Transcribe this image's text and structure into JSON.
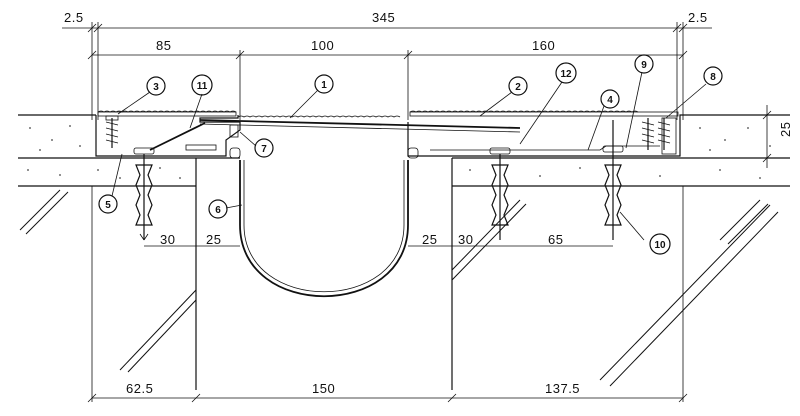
{
  "dimensions": {
    "top_left_offset": "2.5",
    "top_total": "345",
    "top_right_offset": "2.5",
    "seg_left": "85",
    "seg_mid": "100",
    "seg_right": "160",
    "height": "25",
    "anchor_left_a": "30",
    "anchor_left_b": "25",
    "anchor_right_a": "25",
    "anchor_right_b": "30",
    "anchor_right_c": "65",
    "bottom_left": "62.5",
    "bottom_mid": "150",
    "bottom_right": "137.5"
  },
  "callouts": [
    {
      "id": "c1",
      "label": "1"
    },
    {
      "id": "c2",
      "label": "2"
    },
    {
      "id": "c3",
      "label": "3"
    },
    {
      "id": "c4",
      "label": "4"
    },
    {
      "id": "c5",
      "label": "5"
    },
    {
      "id": "c6",
      "label": "6"
    },
    {
      "id": "c7",
      "label": "7"
    },
    {
      "id": "c8",
      "label": "8"
    },
    {
      "id": "c9",
      "label": "9"
    },
    {
      "id": "c10",
      "label": "10"
    },
    {
      "id": "c11",
      "label": "11"
    },
    {
      "id": "c12",
      "label": "12"
    }
  ]
}
